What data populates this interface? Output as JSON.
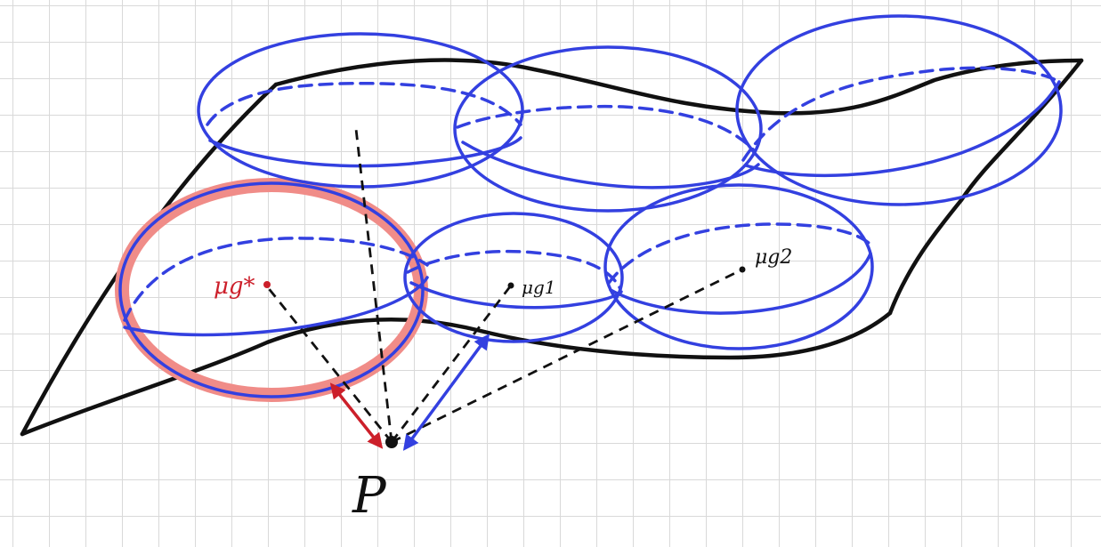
{
  "colors": {
    "surface": "#111111",
    "ellipse": "#3340e0",
    "highlight": "#f08c88",
    "selected": "#cc1f2a",
    "projection": "#111111"
  },
  "labels": {
    "point_p": "P",
    "center_star": "μg*",
    "center_1": "μg1",
    "center_2": "μg2"
  },
  "icons": {
    "selected_arrow": "double-headed-arrow-red",
    "candidate_arrow": "double-headed-arrow-blue"
  }
}
